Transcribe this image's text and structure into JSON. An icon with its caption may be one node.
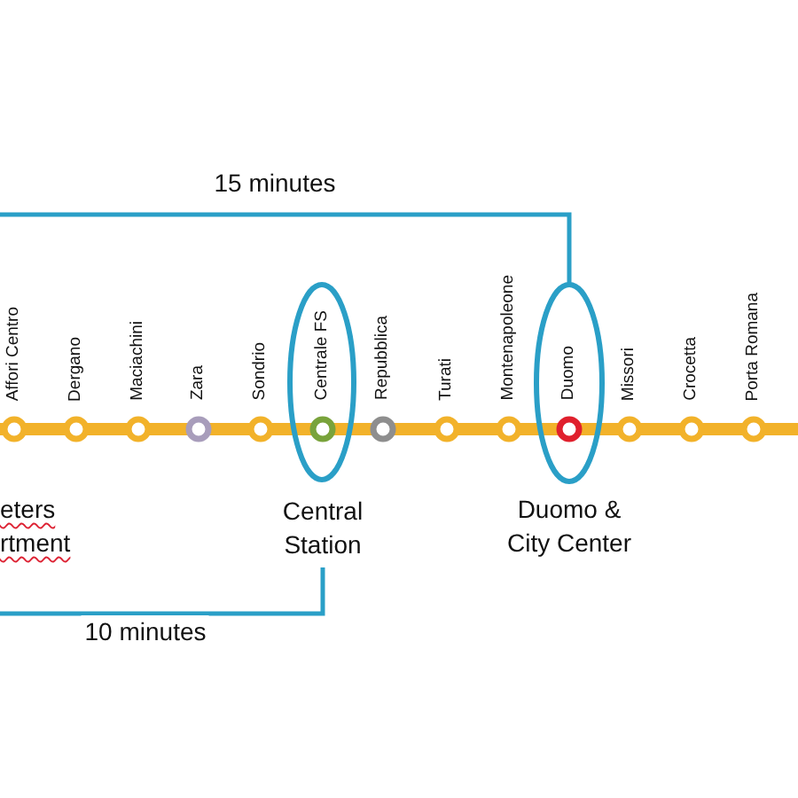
{
  "diagram": {
    "nodes": [
      {
        "text": [
          "Centrale FS"
        ]
      },
      {
        "text": [
          "Duomo"
        ],
        "beside": [
          "Duomo & City Center"
        ]
      },
      {
        "text": [
          "Central Station"
        ]
      }
    ],
    "edges": [
      {
        "from": null,
        "to": 1,
        "arrow": "none",
        "label": "15 minutes"
      },
      {
        "from": 2,
        "to": null,
        "arrow": "none",
        "label": "10 minutes"
      }
    ],
    "labels": [
      "Affori Centro",
      "Dergano",
      "Maciachini",
      "Zara",
      "Sondrio",
      "Repubblica",
      "Turati",
      "Montenapoleone",
      "Missori",
      "Crocetta",
      "Porta Romana",
      "eters rtment"
    ]
  }
}
